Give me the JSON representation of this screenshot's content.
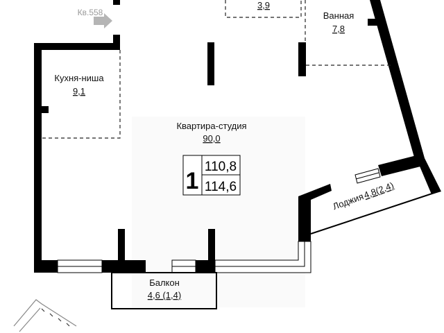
{
  "entrance": {
    "apartment_ref": "Кв.558",
    "arrow_color": "#b5b5b5"
  },
  "rooms": {
    "storage": {
      "area": "3,9"
    },
    "bathroom": {
      "name": "Ванная",
      "area": "7,8"
    },
    "kitchen": {
      "name": "Кухня-ниша",
      "area": "9,1"
    },
    "studio": {
      "name": "Квартира-студия",
      "area": "90,0"
    },
    "loggia": {
      "name": "Лоджия",
      "area": "4,8(2,4)"
    },
    "balcony": {
      "name": "Балкон",
      "area": "4,6 (1,4)"
    }
  },
  "summary": {
    "rooms_count": "1",
    "living_total": "110,8",
    "total": "114,6"
  }
}
